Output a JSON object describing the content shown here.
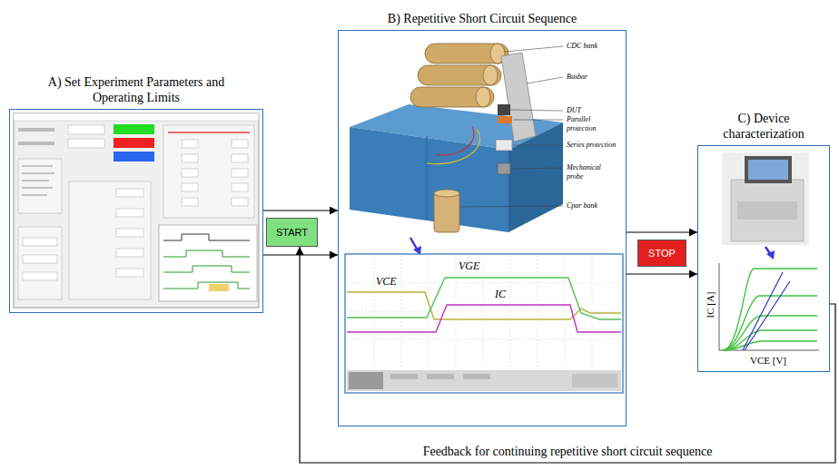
{
  "diagram": {
    "nodes": [
      {
        "text": [
          "A) Set Experiment Parameters and Operating Limits"
        ]
      },
      {
        "text": [
          "START"
        ]
      },
      {
        "text": [
          "B) Repetitive Short Circuit Sequence"
        ]
      },
      {
        "text": [
          "STOP"
        ]
      },
      {
        "text": [
          "C) Device characterization"
        ]
      }
    ],
    "edges": [
      {
        "from": 0,
        "to": 2,
        "arrow": "to"
      },
      {
        "from": 0,
        "to": 2,
        "arrow": "to"
      },
      {
        "from": 2,
        "to": 4,
        "arrow": "to"
      },
      {
        "from": 2,
        "to": 4,
        "arrow": "to"
      },
      {
        "from": 4,
        "to": 1,
        "label": "Feedback for continuing repetitive short circuit sequence",
        "arrow": "to"
      }
    ],
    "labels": [
      "CDC bank",
      "Busbar",
      "DUT",
      "Parallel protection",
      "Series protection",
      "Mechanical probe",
      "Cpar bank",
      "VGE",
      "VCE",
      "IC",
      "IC [A]",
      "VCE [V]"
    ]
  }
}
